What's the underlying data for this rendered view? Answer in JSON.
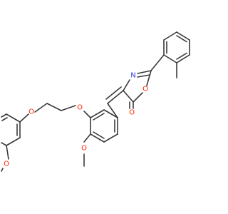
{
  "molecule": {
    "atoms": {
      "n_azlactone": "N",
      "o_ring": "O",
      "o_carbonyl": "O",
      "o_ether_upper": "O",
      "o_ether_lower": "O",
      "o_methoxy_right": "O",
      "o_methoxy_left": "O"
    }
  },
  "colors": {
    "bond": "#3a3a3a",
    "oxygen": "#ff2200",
    "nitrogen": "#2f3bd6"
  }
}
